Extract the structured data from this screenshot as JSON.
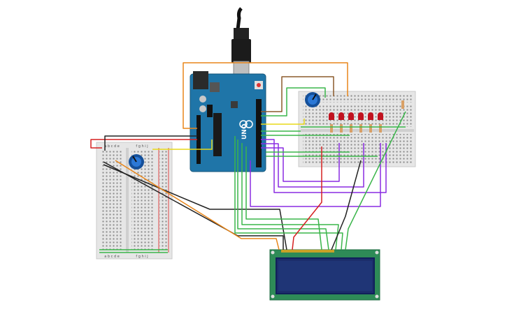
{
  "colors": {
    "background": "#ffffff",
    "arduino_blue": "#1f75a8",
    "breadboard": "#e3e3e3",
    "lcd_green": "#2e8b57",
    "lcd_screen": "#1c2d6b",
    "wire_orange": "#e8861a",
    "wire_brown": "#8b5a2b",
    "wire_green": "#3ab54a",
    "wire_purple": "#8a2be2",
    "wire_red": "#d62020",
    "wire_black": "#222222",
    "wire_yellow": "#e8d818",
    "led_red": "#c1121f",
    "potentiometer": "#1f5fbf"
  },
  "labels": {
    "arduino_logo": "UNO",
    "left_breadboard_cols": "a b c d e",
    "left_breadboard_cols2": "f g h i j"
  },
  "components": {
    "led_count": 6,
    "resistor_count": 6
  }
}
